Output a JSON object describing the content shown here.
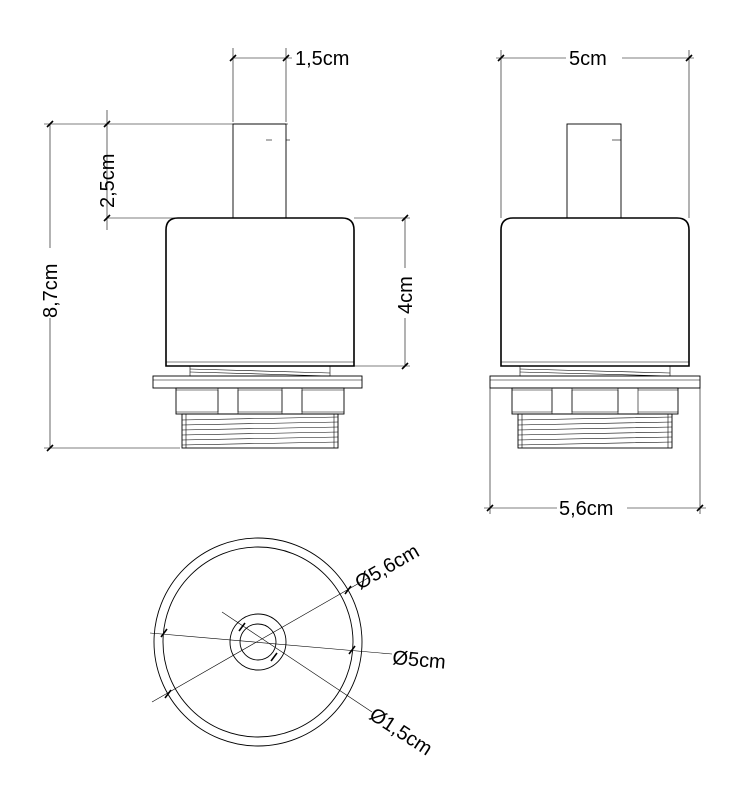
{
  "drawing": {
    "front_view": {
      "shaft_width": "1,5cm",
      "shaft_height": "2,5cm",
      "total_height": "8,7cm",
      "body_height": "4cm"
    },
    "side_view": {
      "body_width": "5cm",
      "flange_width": "5,6cm"
    },
    "top_view": {
      "outer_diameter": "Ø5,6cm",
      "middle_diameter": "Ø5cm",
      "inner_diameter": "Ø1,5cm"
    }
  }
}
